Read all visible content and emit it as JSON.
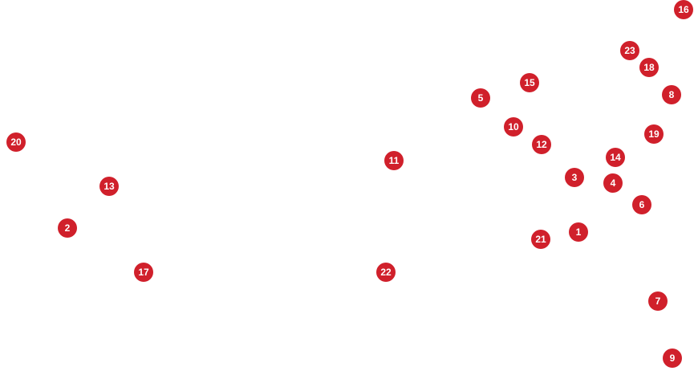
{
  "marker_color": "#d0202b",
  "marker_text_color": "#ffffff",
  "markers": [
    {
      "label": "1"
    },
    {
      "label": "2"
    },
    {
      "label": "3"
    },
    {
      "label": "4"
    },
    {
      "label": "5"
    },
    {
      "label": "6"
    },
    {
      "label": "7"
    },
    {
      "label": "8"
    },
    {
      "label": "9"
    },
    {
      "label": "10"
    },
    {
      "label": "11"
    },
    {
      "label": "12"
    },
    {
      "label": "13"
    },
    {
      "label": "14"
    },
    {
      "label": "15"
    },
    {
      "label": "16"
    },
    {
      "label": "17"
    },
    {
      "label": "18"
    },
    {
      "label": "19"
    },
    {
      "label": "20"
    },
    {
      "label": "21"
    },
    {
      "label": "22"
    },
    {
      "label": "23"
    }
  ]
}
